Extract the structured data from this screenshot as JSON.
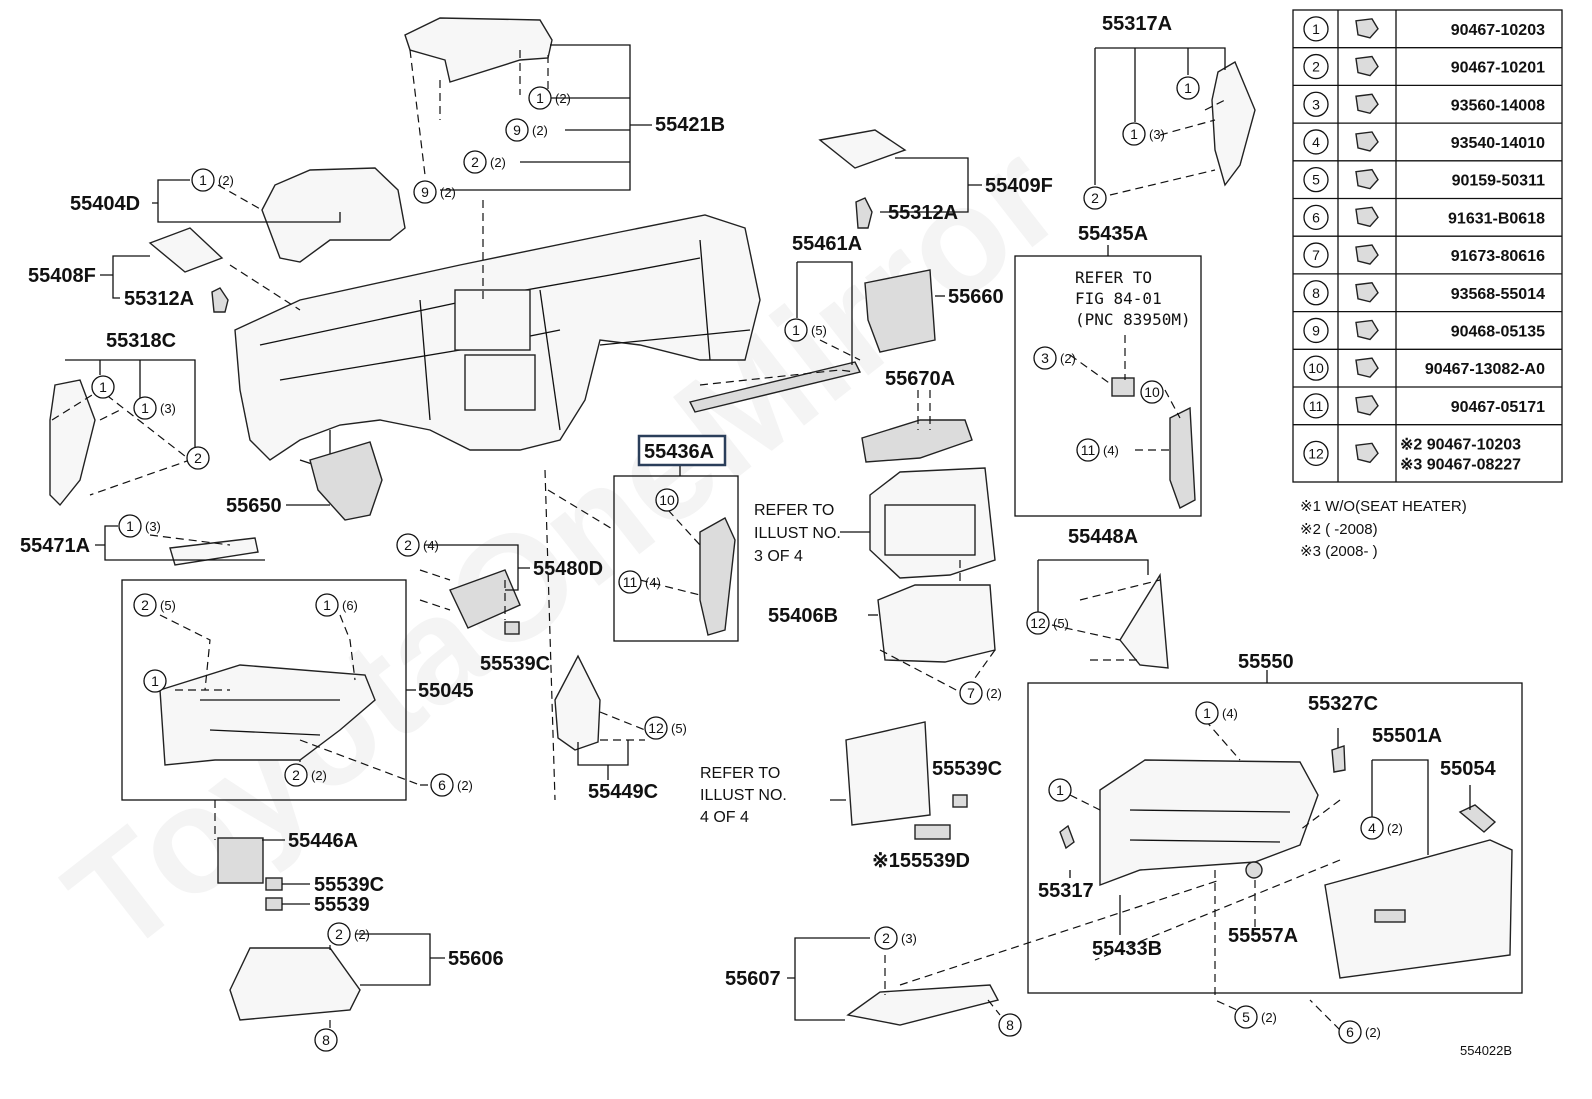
{
  "watermark": "ToyotaOneMirror",
  "diagram_id": "554022B",
  "highlighted_part": "55436A",
  "parts": {
    "p55421B": "55421B",
    "p55404D": "55404D",
    "p55408F": "55408F",
    "p55312A_a": "55312A",
    "p55318C": "55318C",
    "p55650": "55650",
    "p55471A": "55471A",
    "p55480D": "55480D",
    "p55539C_a": "55539C",
    "p55045": "55045",
    "p55446A": "55446A",
    "p55539C_b": "55539C",
    "p55539": "55539",
    "p55606": "55606",
    "p55436A": "55436A",
    "p55449C": "55449C",
    "p55409F": "55409F",
    "p55312A_b": "55312A",
    "p55461A": "55461A",
    "p55660": "55660",
    "p55670A": "55670A",
    "p55406B": "55406B",
    "p55539C_c": "55539C",
    "p55539D": "※155539D",
    "p55607": "55607",
    "p55317A": "55317A",
    "p55435A": "55435A",
    "p55448A": "55448A",
    "p55550": "55550",
    "p55327C": "55327C",
    "p55501A": "55501A",
    "p55054": "55054",
    "p55317": "55317",
    "p55433B": "55433B",
    "p55557A": "55557A"
  },
  "refer": {
    "fig_line1": "REFER TO",
    "fig_line2": "FIG 84-01",
    "fig_line3": "(PNC 83950M)",
    "illust3_line1": "REFER TO",
    "illust3_line2": "ILLUST NO.",
    "illust3_line3": "3 OF 4",
    "illust4_line1": "REFER TO",
    "illust4_line2": "ILLUST NO.",
    "illust4_line3": "4 OF 4"
  },
  "qty": {
    "q2": "(2)",
    "q3": "(3)",
    "q4": "(4)",
    "q5": "(5)",
    "q6": "(6)"
  },
  "callout_numbers": {
    "c1": "1",
    "c2": "2",
    "c3": "3",
    "c4": "4",
    "c5": "5",
    "c6": "6",
    "c7": "7",
    "c8": "8",
    "c9": "9",
    "c10": "10",
    "c11": "11",
    "c12": "12"
  },
  "fastener_table": [
    {
      "num": "1",
      "part": "90467-10203"
    },
    {
      "num": "2",
      "part": "90467-10201"
    },
    {
      "num": "3",
      "part": "93560-14008"
    },
    {
      "num": "4",
      "part": "93540-14010"
    },
    {
      "num": "5",
      "part": "90159-50311"
    },
    {
      "num": "6",
      "part": "91631-B0618"
    },
    {
      "num": "7",
      "part": "91673-80616"
    },
    {
      "num": "8",
      "part": "93568-55014"
    },
    {
      "num": "9",
      "part": "90468-05135"
    },
    {
      "num": "10",
      "part": "90467-13082-A0"
    },
    {
      "num": "11",
      "part": "90467-05171"
    },
    {
      "num": "12",
      "part": "※2 90467-10203",
      "part2": "※3 90467-08227"
    }
  ],
  "notes": {
    "n1": "※1 W/O(SEAT HEATER)",
    "n2": "※2 (      -2008)",
    "n3": "※3 (2008-      )"
  }
}
